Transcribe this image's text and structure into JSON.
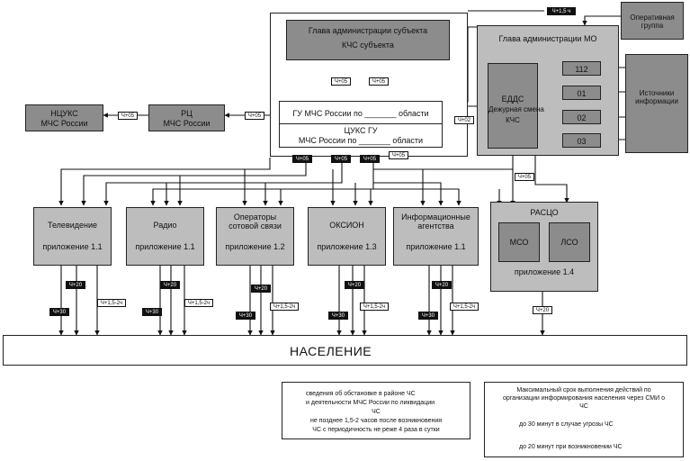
{
  "top": {
    "operative_group": "Оперативная группа",
    "info_source": "Источники информации",
    "gov_head": "Глава администрации субъекта",
    "kchs_subject": "КЧС субъекта",
    "mo_head": "Глава администрации МО",
    "edds_title": "ЕДДС",
    "edds_shift": "Дежурная смена",
    "edds_kchs": "КЧС",
    "svc_112": "112",
    "svc_01": "01",
    "svc_02": "02",
    "svc_03": "03"
  },
  "center": {
    "gu_line": "ГУ МЧС России по _______ области",
    "tsuks_line1": "ЦУКС ГУ",
    "tsuks_line2": "МЧС России по _______ области"
  },
  "left": {
    "rc_title": "РЦ",
    "rc_sub": "МЧС России",
    "nuks_title": "НЦУКС",
    "nuks_sub": "МЧС России"
  },
  "media": [
    {
      "title": "Телевидение",
      "appendix": "приложение 1.1"
    },
    {
      "title": "Радио",
      "appendix": "приложение 1.1"
    },
    {
      "title": "Операторы сотовой связи",
      "appendix": "приложение 1.2"
    },
    {
      "title": "ОКСИОН",
      "appendix": "приложение 1.3"
    },
    {
      "title": "Информационные агентства",
      "appendix": "приложение 1.1"
    }
  ],
  "rasco": {
    "title": "РАСЦО",
    "mso": "МСО",
    "lso": "ЛСО",
    "appendix": "приложение 1.4"
  },
  "tags": {
    "t_ch05": "Ч+05",
    "t_ch02": "Ч+02",
    "t_ch15": "Ч+1,5 ч",
    "t_ch20": "Ч+20",
    "t_ch30": "Ч+30",
    "t_ch15_2": "Ч+1,5-2ч"
  },
  "population": "НАСЕЛЕНИЕ",
  "legend_left": {
    "line1": "сведения об обстановке в районе ЧС",
    "line2": "и деятельности МЧС России по ликвидации",
    "line3": "ЧС",
    "line4": "не позднее 1,5-2 часов после возникновения",
    "line5": "ЧС с периодичность не реже 4 раза в сутки"
  },
  "legend_right": {
    "title1": "Максимальный срок выполнения действий по",
    "title2": "организации информирования населения через СМИ о",
    "title3": "ЧС",
    "item1": "до 30 минут в случае угрозы ЧС",
    "item2": "до 20 минут при возникновении ЧС"
  }
}
